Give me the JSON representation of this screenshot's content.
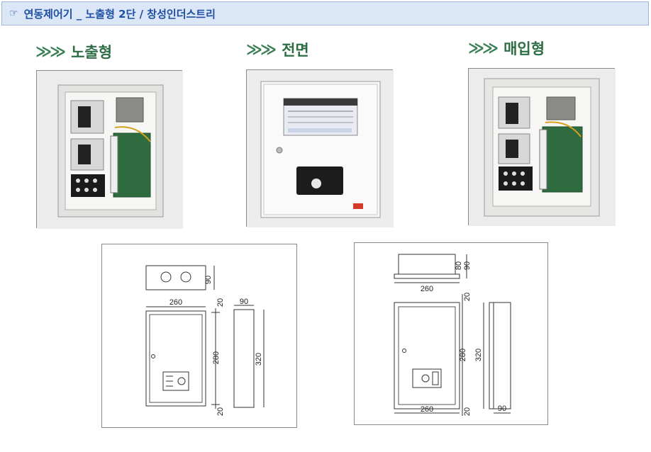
{
  "header": {
    "hand_icon": "pointing-hand-icon",
    "title": "연동제어기 _ 노출형 2단 / 창성인더스트리"
  },
  "sections": {
    "exposed": {
      "arrow": "≫",
      "label": "노출형"
    },
    "front": {
      "arrow": "≫",
      "label": "전면"
    },
    "embedded": {
      "arrow": "≫",
      "label": "매입형"
    }
  },
  "drawing_left": {
    "top_width": "260",
    "top_height": "90",
    "front_width": "260",
    "front_height": "280",
    "margin_top": "20",
    "margin_bottom": "20",
    "side_width": "90",
    "side_height": "320"
  },
  "drawing_right": {
    "top_width": "260",
    "top_height_a": "80",
    "top_height_b": "90",
    "front_width": "260",
    "front_height": "280",
    "margin_top": "20",
    "margin_bottom": "20",
    "side_height": "320",
    "side_width": "90"
  }
}
